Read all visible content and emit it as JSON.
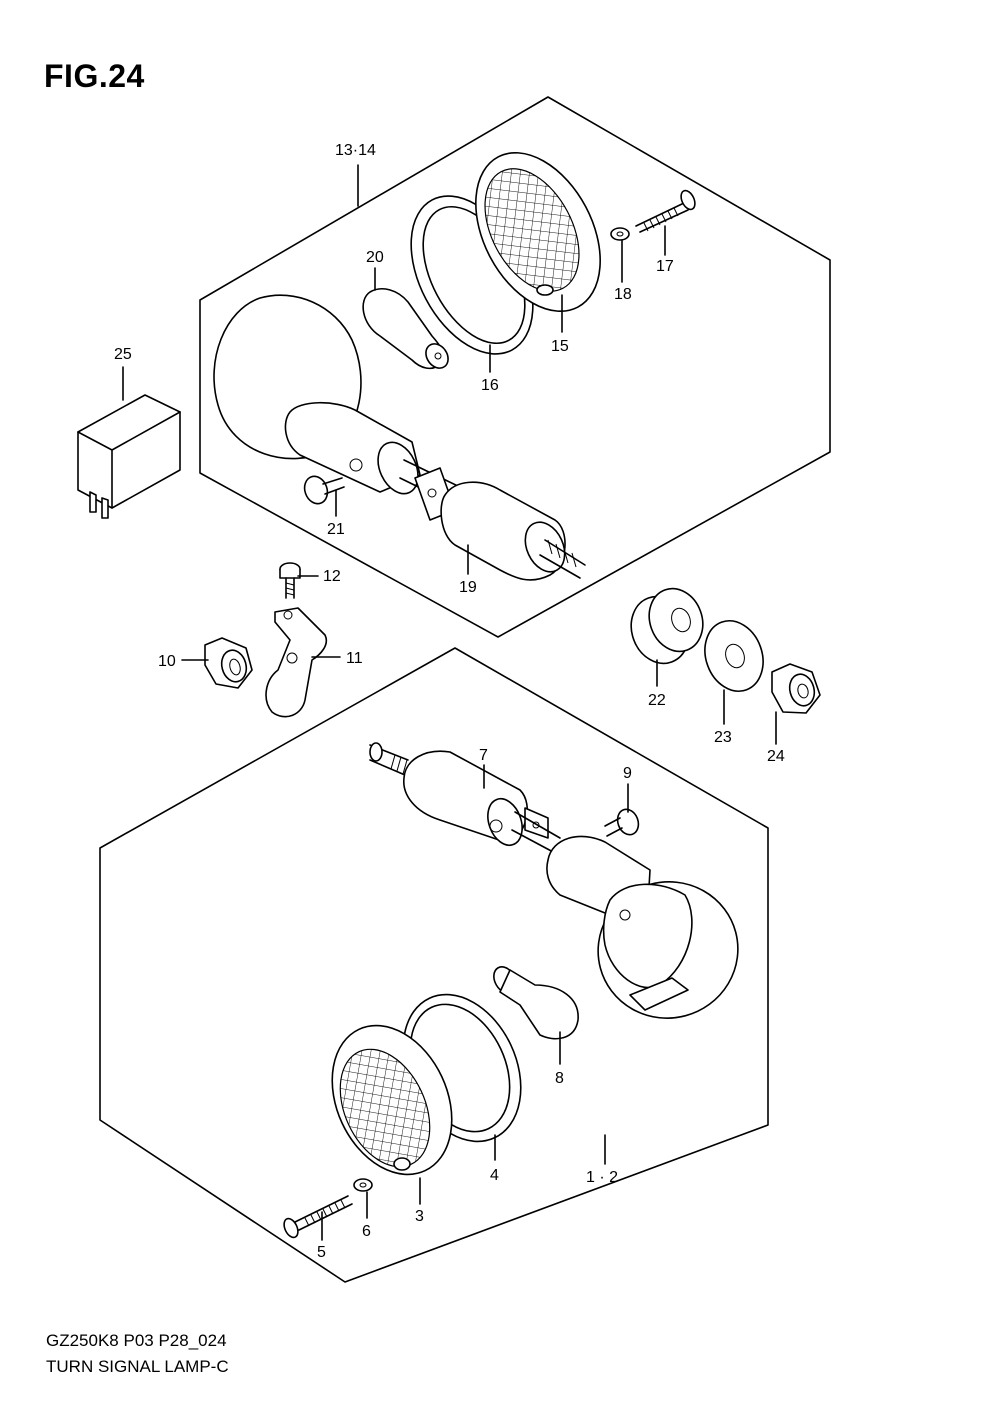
{
  "figure": {
    "title": "FIG.24",
    "code": "GZ250K8 P03 P28_024",
    "name": "TURN SIGNAL LAMP-C"
  },
  "callouts": [
    {
      "id": "c-13-14",
      "label": "13·14"
    },
    {
      "id": "c-20",
      "label": "20"
    },
    {
      "id": "c-16",
      "label": "16"
    },
    {
      "id": "c-15",
      "label": "15"
    },
    {
      "id": "c-18",
      "label": "18"
    },
    {
      "id": "c-17",
      "label": "17"
    },
    {
      "id": "c-25",
      "label": "25"
    },
    {
      "id": "c-21",
      "label": "21"
    },
    {
      "id": "c-19",
      "label": "19"
    },
    {
      "id": "c-12",
      "label": "12"
    },
    {
      "id": "c-10",
      "label": "10"
    },
    {
      "id": "c-11",
      "label": "11"
    },
    {
      "id": "c-22",
      "label": "22"
    },
    {
      "id": "c-23",
      "label": "23"
    },
    {
      "id": "c-24",
      "label": "24"
    },
    {
      "id": "c-7",
      "label": "7"
    },
    {
      "id": "c-9",
      "label": "9"
    },
    {
      "id": "c-8",
      "label": "8"
    },
    {
      "id": "c-4",
      "label": "4"
    },
    {
      "id": "c-1-2",
      "label": "1 · 2"
    },
    {
      "id": "c-3",
      "label": "3"
    },
    {
      "id": "c-6",
      "label": "6"
    },
    {
      "id": "c-5",
      "label": "5"
    }
  ]
}
